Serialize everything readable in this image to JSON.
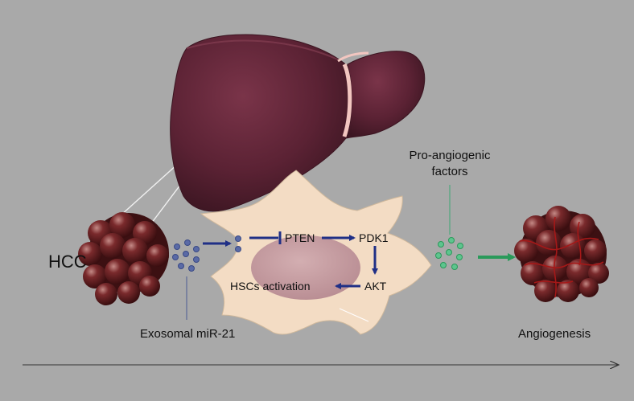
{
  "labels": {
    "hcc": "HCC",
    "exosomal": "Exosomal miR-21",
    "pro_line1": "Pro-angiogenic",
    "pro_line2": "factors",
    "pten": "PTEN",
    "pdk1": "PDK1",
    "akt": "AKT",
    "hscs": "HSCs activation",
    "angiogenesis": "Angiogenesis"
  },
  "colors": {
    "background": "#a9a9a9",
    "liver": "#5e2436",
    "tumor": "#6a1e22",
    "cell": "#f4dcc4",
    "nucleus": "#c49aa0",
    "pathway_arrow": "#1f2f86",
    "exosome_dot": "#4d5fa0",
    "factor_dot": "#34a870",
    "green_arrow": "#2a9a5a"
  }
}
